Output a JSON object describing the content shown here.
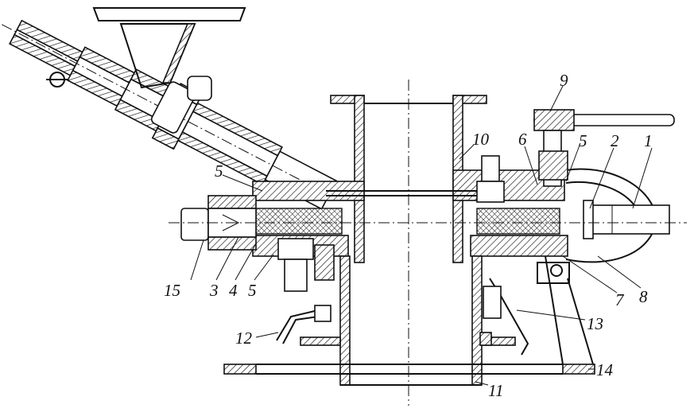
{
  "figure": {
    "labels": [
      {
        "id": "1",
        "text": "1"
      },
      {
        "id": "2",
        "text": "2"
      },
      {
        "id": "3",
        "text": "3"
      },
      {
        "id": "4",
        "text": "4"
      },
      {
        "id": "5a",
        "text": "5"
      },
      {
        "id": "5b",
        "text": "5"
      },
      {
        "id": "5c",
        "text": "5"
      },
      {
        "id": "6",
        "text": "6"
      },
      {
        "id": "7",
        "text": "7"
      },
      {
        "id": "8",
        "text": "8"
      },
      {
        "id": "9",
        "text": "9"
      },
      {
        "id": "10",
        "text": "10"
      },
      {
        "id": "11",
        "text": "11"
      },
      {
        "id": "12",
        "text": "12"
      },
      {
        "id": "13",
        "text": "13"
      },
      {
        "id": "14",
        "text": "14"
      },
      {
        "id": "15",
        "text": "15"
      }
    ]
  }
}
